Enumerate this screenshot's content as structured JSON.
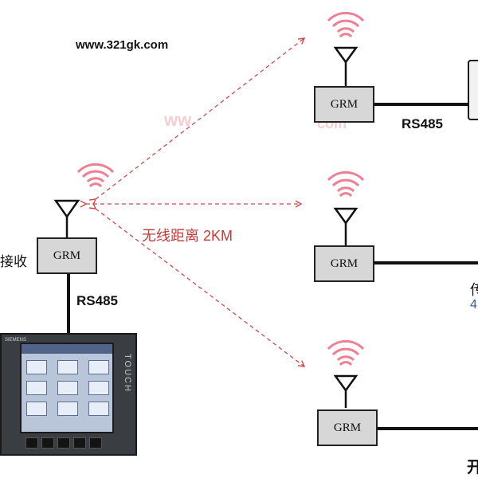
{
  "watermark": {
    "url": "www.321gk.com"
  },
  "receiver": {
    "module_label": "GRM",
    "side_label": "接收",
    "bus_label": "RS485",
    "panel_brand": "SIEMENS",
    "panel_touch": "TOUCH"
  },
  "wireless_distance_label": "无线距离 2KM",
  "remote_units": [
    {
      "module_label": "GRM",
      "bus_label": "RS485"
    },
    {
      "module_label": "GRM",
      "edge_text": [
        "传",
        "4"
      ]
    },
    {
      "module_label": "GRM",
      "edge_text": [
        "开"
      ]
    }
  ],
  "faded_watermark_fragments": [
    "ww",
    "com"
  ],
  "colors": {
    "signal_line": "#d0494b",
    "wave": "#ee7f94",
    "distance_text": "#c23a3a",
    "edge_blue": "#2c5ca8"
  }
}
